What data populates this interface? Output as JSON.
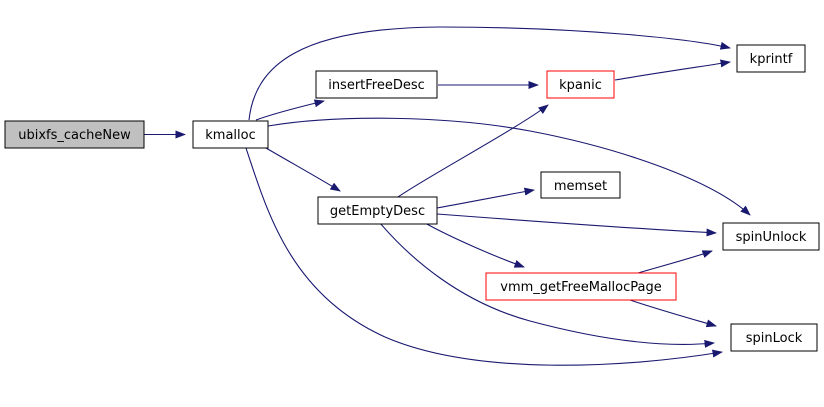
{
  "diagram_type": "call-graph",
  "colors": {
    "background": "#ffffff",
    "edge": "#191970",
    "node_border": "#000000",
    "highlight_node_border": "#ff0000",
    "root_node_fill": "#c0c0c0",
    "node_fill": "#ffffff",
    "text": "#000000"
  },
  "nodes": [
    {
      "id": "ubixfs_cacheNew",
      "label": "ubixfs_cacheNew",
      "style": "root"
    },
    {
      "id": "kmalloc",
      "label": "kmalloc",
      "style": "normal"
    },
    {
      "id": "insertFreeDesc",
      "label": "insertFreeDesc",
      "style": "normal"
    },
    {
      "id": "kpanic",
      "label": "kpanic",
      "style": "highlight"
    },
    {
      "id": "kprintf",
      "label": "kprintf",
      "style": "normal"
    },
    {
      "id": "memset",
      "label": "memset",
      "style": "normal"
    },
    {
      "id": "getEmptyDesc",
      "label": "getEmptyDesc",
      "style": "normal"
    },
    {
      "id": "spinUnlock",
      "label": "spinUnlock",
      "style": "normal"
    },
    {
      "id": "vmm_getFreeMallocPage",
      "label": "vmm_getFreeMallocPage",
      "style": "highlight"
    },
    {
      "id": "spinLock",
      "label": "spinLock",
      "style": "normal"
    }
  ],
  "edges": [
    {
      "from": "ubixfs_cacheNew",
      "to": "kmalloc"
    },
    {
      "from": "kmalloc",
      "to": "insertFreeDesc"
    },
    {
      "from": "kmalloc",
      "to": "kprintf"
    },
    {
      "from": "kmalloc",
      "to": "spinUnlock"
    },
    {
      "from": "kmalloc",
      "to": "getEmptyDesc"
    },
    {
      "from": "kmalloc",
      "to": "spinLock"
    },
    {
      "from": "insertFreeDesc",
      "to": "kpanic"
    },
    {
      "from": "kpanic",
      "to": "kprintf"
    },
    {
      "from": "getEmptyDesc",
      "to": "kpanic"
    },
    {
      "from": "getEmptyDesc",
      "to": "memset"
    },
    {
      "from": "getEmptyDesc",
      "to": "spinUnlock"
    },
    {
      "from": "getEmptyDesc",
      "to": "vmm_getFreeMallocPage"
    },
    {
      "from": "getEmptyDesc",
      "to": "spinLock"
    },
    {
      "from": "vmm_getFreeMallocPage",
      "to": "spinUnlock"
    },
    {
      "from": "vmm_getFreeMallocPage",
      "to": "spinLock"
    }
  ]
}
